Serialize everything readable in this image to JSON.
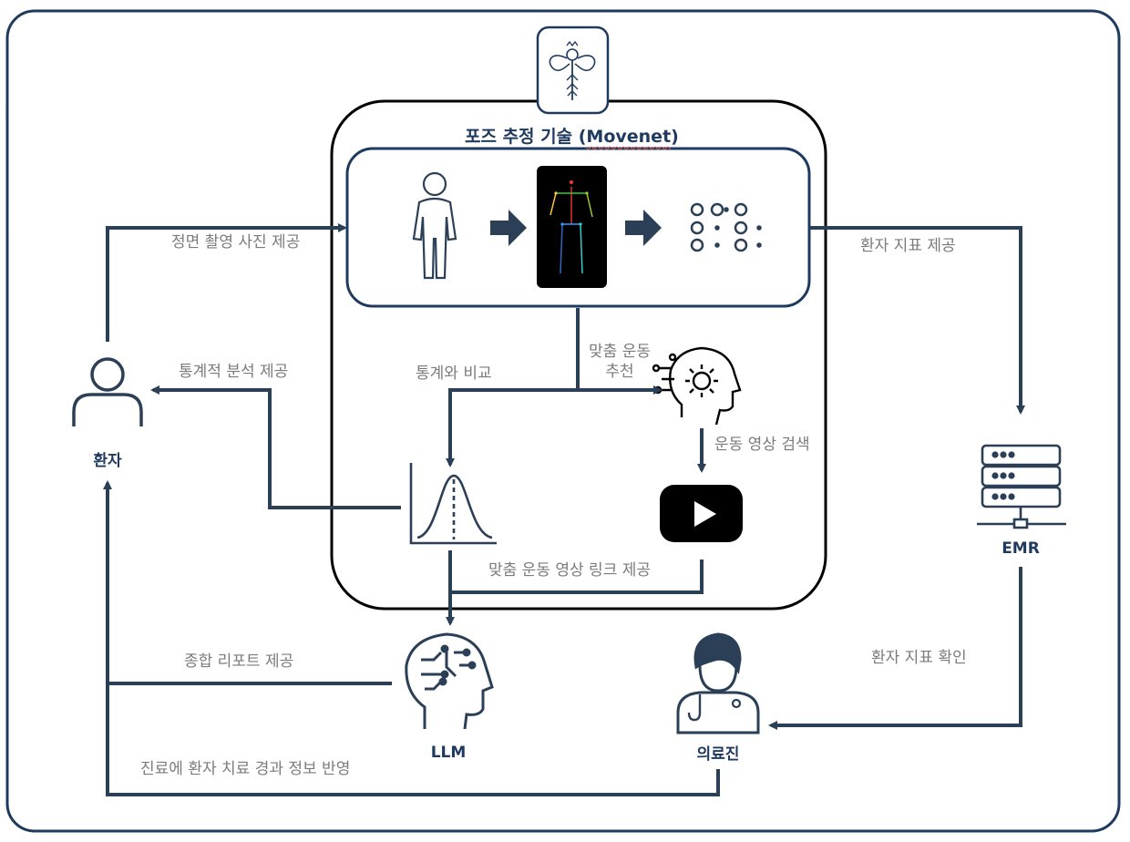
{
  "title": {
    "prefix": "포즈 추정 기술 (",
    "highlight": "Movenet",
    "suffix": ")"
  },
  "nodes": {
    "patient": "환자",
    "emr": "EMR",
    "llm": "LLM",
    "doctor": "의료진"
  },
  "edges": {
    "front_photo": "정면 촬영 사진 제공",
    "patient_metric": "환자 지표 제공",
    "stats_provide": "통계적 분석 제공",
    "stats_compare": "통계와 비교",
    "custom_exercise_line1": "맞춤 운동",
    "custom_exercise_line2": "추천",
    "video_search": "운동 영상 검색",
    "video_link": "맞춤 운동 영상 링크 제공",
    "report": "종합 리포트 제공",
    "metric_check": "환자 지표 확인",
    "treatment_info": "진료에 환자 치료 경과 정보 반영"
  },
  "icons": [
    "logo-icon",
    "person-outline-icon",
    "skeleton-pose-icon",
    "keypoints-icon",
    "arrow-icon",
    "user-icon",
    "brain-gear-icon",
    "bell-curve-icon",
    "youtube-icon",
    "server-icon",
    "llm-brain-icon",
    "doctor-icon"
  ],
  "colors": {
    "navy": "#1f3a5f",
    "black": "#000000",
    "label_gray": "#7b7b7b",
    "frame": "#1f3a5f",
    "squiggle": "#e05050"
  }
}
